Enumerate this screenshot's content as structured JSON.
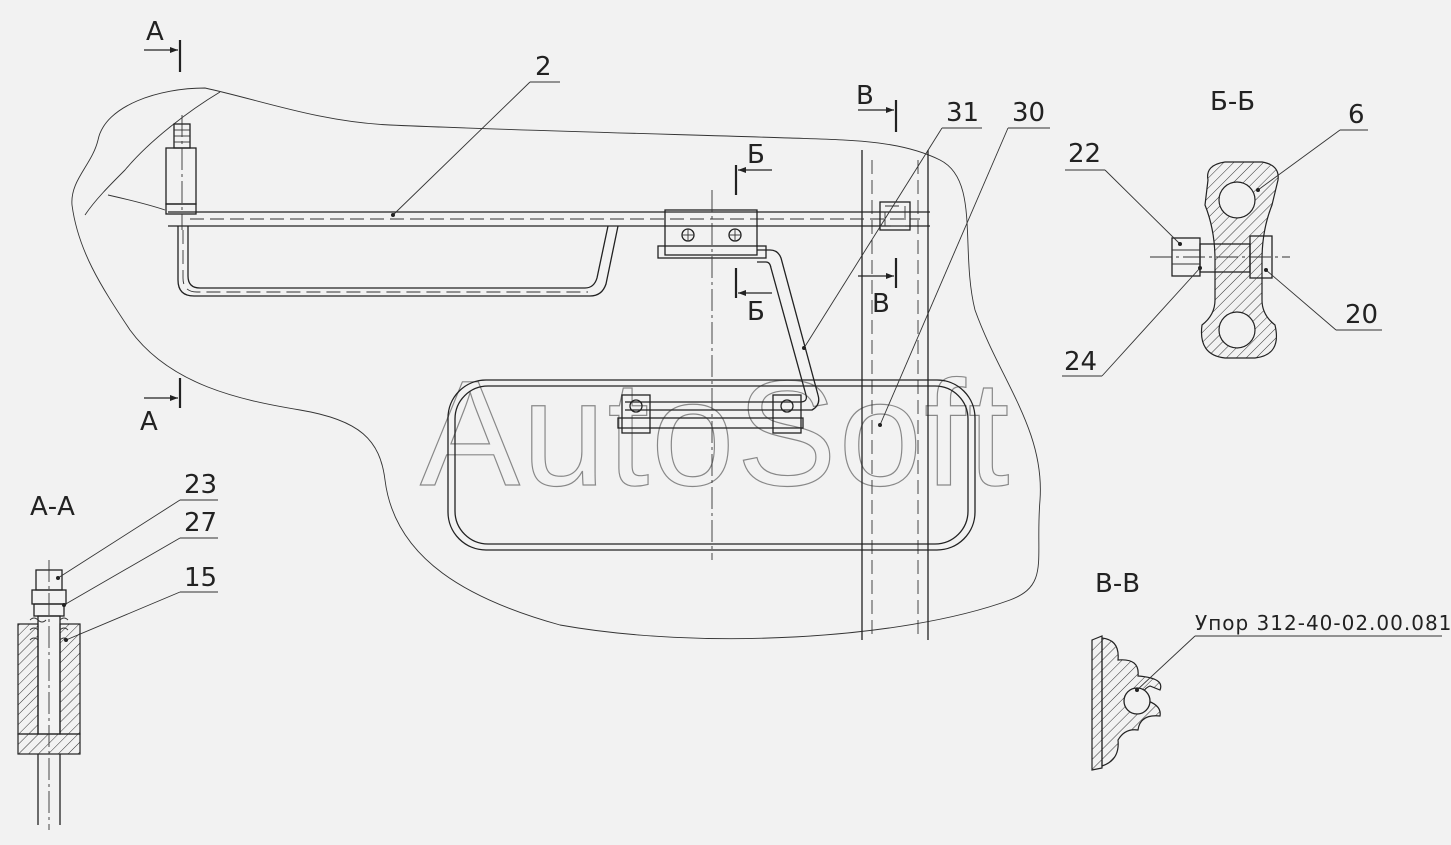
{
  "watermark": "AutoSoft",
  "callouts": {
    "c2": "2",
    "c31": "31",
    "c30": "30",
    "c22": "22",
    "c6": "6",
    "c20": "20",
    "c24": "24",
    "c23": "23",
    "c27": "27",
    "c15": "15"
  },
  "section_marks": {
    "a_top": "А",
    "a_bottom": "А",
    "b_top": "Б",
    "b_bottom": "Б",
    "v_top": "В",
    "v_bottom": "В"
  },
  "section_titles": {
    "aa": "А-А",
    "bb": "Б-Б",
    "vv": "В-В"
  },
  "note": "Упор 312-40-02.00.081"
}
